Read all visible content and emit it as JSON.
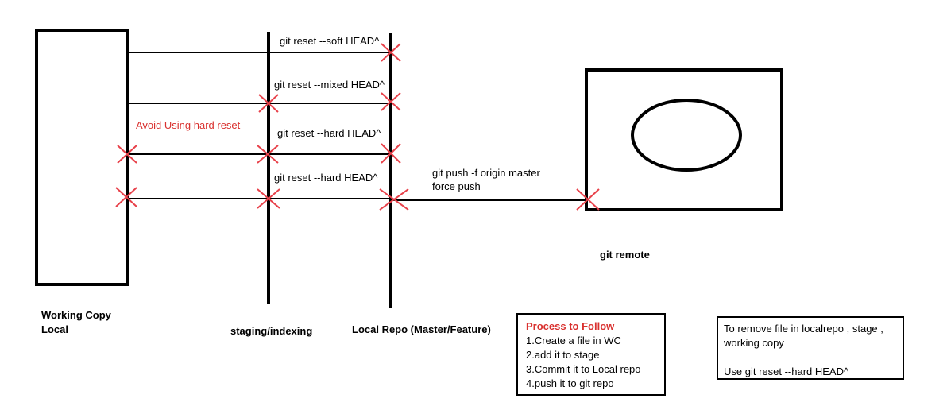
{
  "colors": {
    "line": "#000000",
    "cross": "#e8414a",
    "warning": "#d9312f"
  },
  "labels": {
    "working_copy_line1": "Working Copy",
    "working_copy_line2": "Local",
    "staging": "staging/indexing",
    "local_repo": "Local Repo (Master/Feature)",
    "git_remote": "git remote",
    "warning": "Avoid Using hard reset"
  },
  "commands": {
    "soft": "git reset --soft HEAD^",
    "mixed": "git reset --mixed HEAD^",
    "hard1": "git reset --hard HEAD^",
    "hard2": "git reset --hard HEAD^",
    "push_line1": "git push -f origin master",
    "push_line2": "force push"
  },
  "process_box": {
    "title": "Process to Follow",
    "steps": [
      "1.Create a file in WC",
      "2.add it to stage",
      "3.Commit it to Local repo",
      "4.push it to git repo"
    ]
  },
  "note_box": {
    "line1": "To remove file in localrepo , stage ,",
    "line2": "working copy",
    "line3": "Use git reset --hard HEAD^"
  }
}
